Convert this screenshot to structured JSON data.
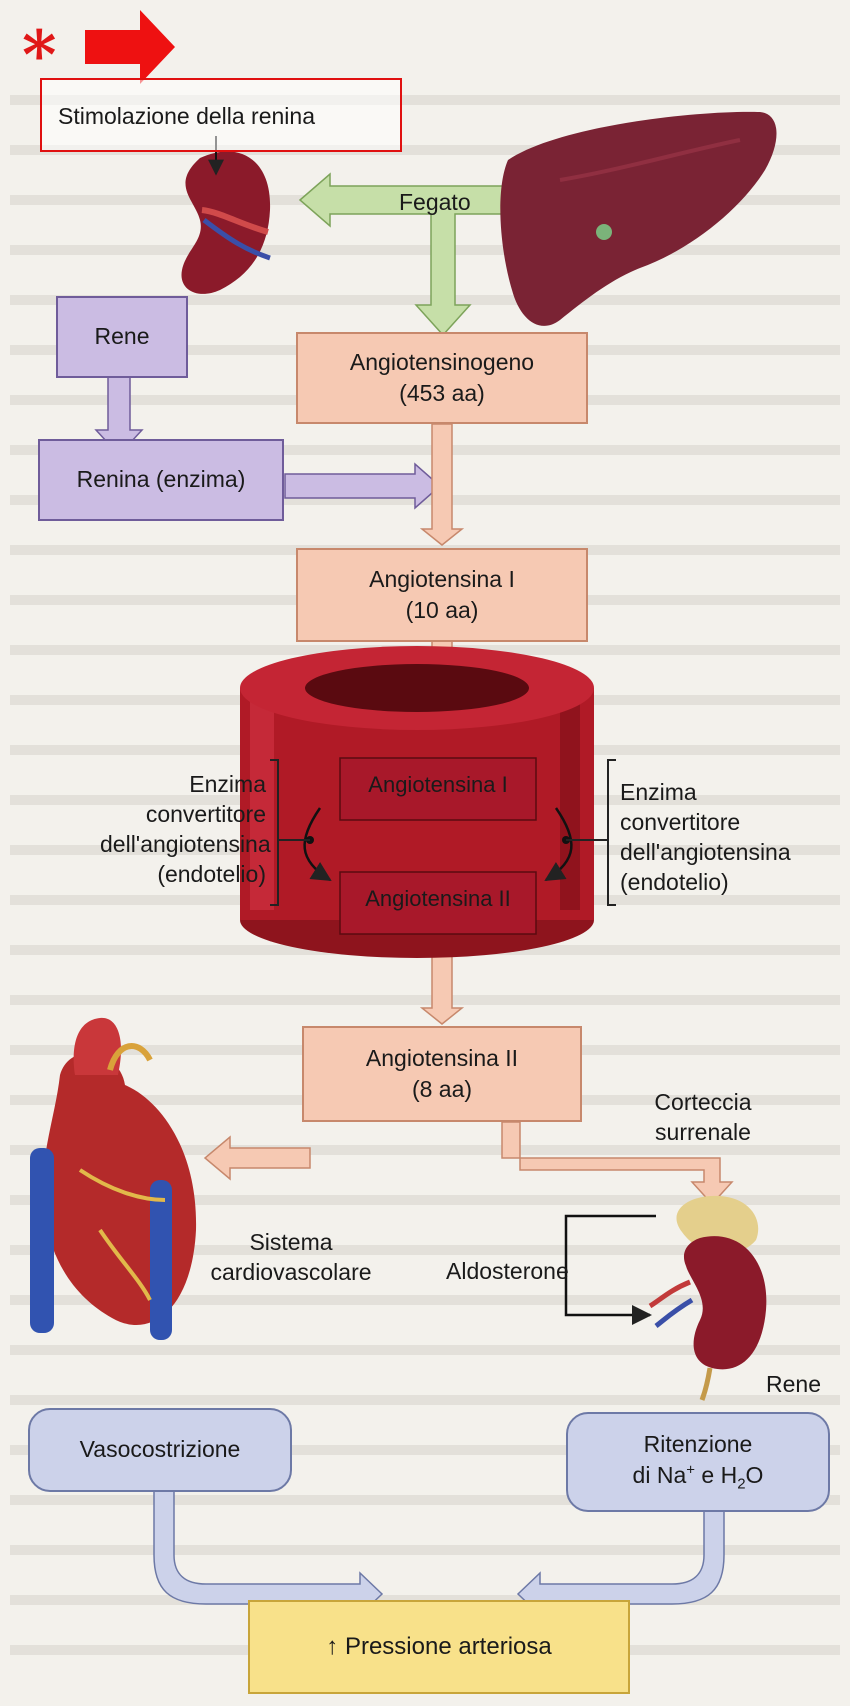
{
  "marker": {
    "asterisk": "*"
  },
  "top_label": "Stimolazione della renina",
  "fegato": "Fegato",
  "rene_top": "Rene",
  "renina": "Renina (enzima)",
  "angiotensinogeno": {
    "line1": "Angiotensinogeno",
    "line2": "(453 aa)"
  },
  "angiotensina_i_box": {
    "line1": "Angiotensina I",
    "line2": "(10 aa)"
  },
  "vessel": {
    "inner_top": "Angiotensina I",
    "inner_bottom": "Angiotensina II"
  },
  "enzima_left": [
    "Enzima",
    "convertitore",
    "dell'angiotensina",
    "(endotelio)"
  ],
  "enzima_right": [
    "Enzima",
    "convertitore",
    "dell'angiotensina",
    "(endotelio)"
  ],
  "angiotensina_ii_box": {
    "line1": "Angiotensina II",
    "line2": "(8 aa)"
  },
  "corteccia": [
    "Corteccia",
    "surrenale"
  ],
  "sistema": [
    "Sistema",
    "cardiovascolare"
  ],
  "aldosterone": "Aldosterone",
  "rene_bottom": "Rene",
  "vasocostrizione": "Vasocostrizione",
  "ritenzione": {
    "prefix": "Ritenzione",
    "line2_a": "di Na",
    "sup": "+",
    "line2_b": " e H",
    "sub": "2",
    "line2_c": "O"
  },
  "pressione": "↑ Pressione arteriosa",
  "colors": {
    "salmon_fill": "#f6c9b3",
    "lilac_fill": "#cbbce3",
    "blue_fill": "#ccd2ea",
    "yellow_fill": "#f8e18a",
    "vessel_red": "#b01a26",
    "marker_red": "#e01010"
  },
  "icons": [
    "arrow-right-icon",
    "kidney-icon",
    "liver-icon",
    "heart-icon",
    "adrenal-kidney-icon"
  ]
}
